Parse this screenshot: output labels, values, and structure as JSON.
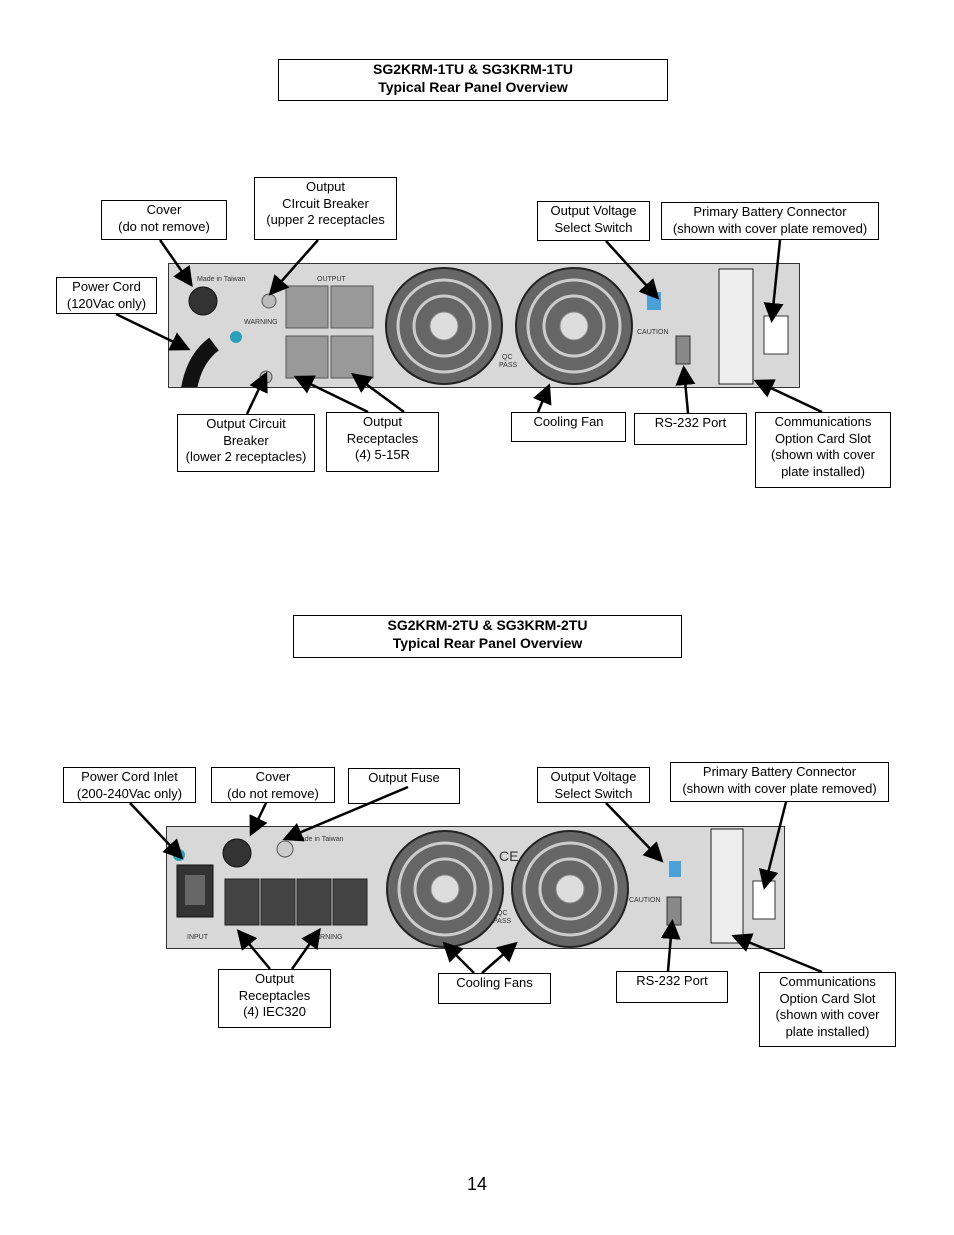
{
  "section1": {
    "title_line1": "SG2KRM-1TU & SG3KRM-1TU",
    "title_line2": "Typical Rear Panel Overview",
    "labels": {
      "cover": [
        "Cover",
        "(do not remove)"
      ],
      "output_cb_upper": [
        "Output",
        "CIrcuit Breaker",
        "(upper 2 receptacles"
      ],
      "output_voltage": [
        "Output Voltage",
        "Select Switch"
      ],
      "battery": [
        "Primary Battery Connector",
        "(shown with cover plate removed)"
      ],
      "power_cord": [
        "Power Cord",
        "(120Vac only)"
      ],
      "output_cb_lower": [
        "Output Circuit",
        "Breaker",
        "(lower 2 receptacles)"
      ],
      "output_receptacles": [
        "Output",
        "Receptacles",
        "(4) 5-15R"
      ],
      "cooling_fan": [
        "Cooling Fan"
      ],
      "rs232": [
        "RS-232 Port"
      ],
      "comm_slot": [
        "Communications",
        "Option Card Slot",
        "(shown with cover",
        "plate installed)"
      ]
    }
  },
  "section2": {
    "title_line1": "SG2KRM-2TU & SG3KRM-2TU",
    "title_line2": "Typical Rear Panel Overview",
    "labels": {
      "power_inlet": [
        "Power Cord Inlet",
        "(200-240Vac only)"
      ],
      "cover": [
        "Cover",
        "(do not remove)"
      ],
      "output_fuse": [
        "Output Fuse"
      ],
      "output_voltage": [
        "Output Voltage",
        "Select Switch"
      ],
      "battery": [
        "Primary Battery Connector",
        "(shown with cover plate removed)"
      ],
      "output_receptacles": [
        "Output",
        "Receptacles",
        "(4) IEC320"
      ],
      "cooling_fans": [
        "Cooling Fans"
      ],
      "rs232": [
        "RS-232 Port"
      ],
      "comm_slot": [
        "Communications",
        "Option Card Slot",
        "(shown with cover",
        "plate installed)"
      ]
    }
  },
  "panel1_text": {
    "made": "Made in Taiwan",
    "output": "OUTPUT",
    "warning": "WARNING",
    "qc": "QC",
    "pass": "PASS",
    "caution": "CAUTION"
  },
  "panel2_text": {
    "made": "Made in Taiwan",
    "input": "INPUT",
    "warning": "WARNING",
    "qc": "QC",
    "pass": "PASS",
    "caution": "CAUTION",
    "ce": "CE"
  },
  "page_number": "14"
}
